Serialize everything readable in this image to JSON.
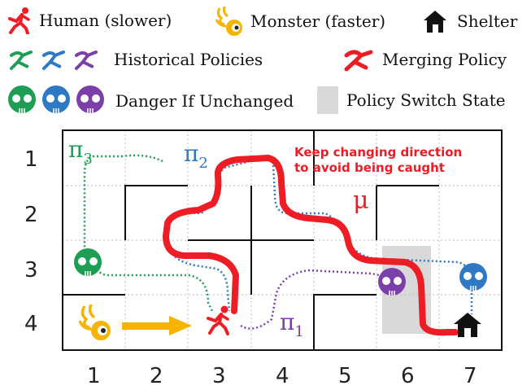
{
  "legend": {
    "human": "Human (slower)",
    "monster": "Monster (faster)",
    "shelter": "Shelter",
    "historical": "Historical Policies",
    "merging": "Merging Policy",
    "danger": "Danger If Unchanged",
    "switch_state": "Policy Switch State"
  },
  "grid": {
    "cols": [
      "1",
      "2",
      "3",
      "4",
      "5",
      "6",
      "7"
    ],
    "rows": [
      "1",
      "2",
      "3",
      "4"
    ]
  },
  "annotations": {
    "keep_changing_line1": "Keep changing direction",
    "keep_changing_line2": "to avoid being caught",
    "pi3": "π",
    "pi3_sub": "3",
    "pi2": "π",
    "pi2_sub": "2",
    "pi1": "π",
    "pi1_sub": "1",
    "mu": "μ"
  },
  "colors": {
    "green": "#1e9e55",
    "blue": "#2e78c4",
    "purple": "#7a3fa8",
    "red": "#ee1c24",
    "monster": "#f6b300",
    "annotation_red": "#ee1c24",
    "switch_gray": "#d9d9d9"
  },
  "icons": {
    "human": "running-person-icon",
    "monster": "monster-icon",
    "shelter": "house-icon",
    "danger": "skull-icon",
    "policy": "policy-runner-icon"
  }
}
